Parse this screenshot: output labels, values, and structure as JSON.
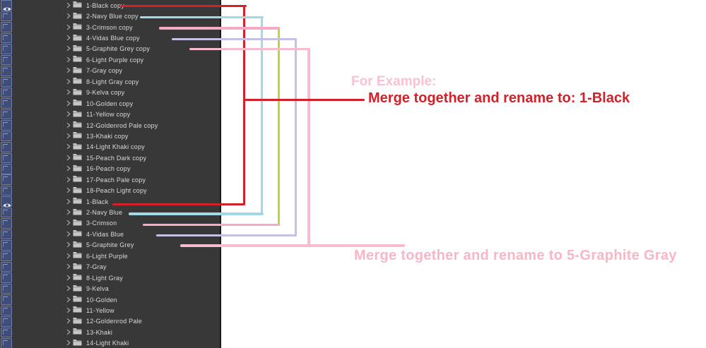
{
  "panel": {
    "rows": [
      {
        "name": "1-Black copy",
        "visible": true
      },
      {
        "name": "2-Navy Blue copy",
        "visible": false
      },
      {
        "name": "3-Crimson copy",
        "visible": false
      },
      {
        "name": "4-Vidas Blue copy",
        "visible": false
      },
      {
        "name": "5-Graphite Grey copy",
        "visible": false
      },
      {
        "name": "6-Light Purple copy",
        "visible": false
      },
      {
        "name": "7-Gray copy",
        "visible": false
      },
      {
        "name": "8-Light Gray copy",
        "visible": false
      },
      {
        "name": "9-Kelva copy",
        "visible": false
      },
      {
        "name": "10-Golden copy",
        "visible": false
      },
      {
        "name": "11-Yellow copy",
        "visible": false
      },
      {
        "name": "12-Goldenrod Pale copy",
        "visible": false
      },
      {
        "name": "13-Khaki copy",
        "visible": false
      },
      {
        "name": "14-Light Khaki copy",
        "visible": false
      },
      {
        "name": "15-Peach Dark copy",
        "visible": false
      },
      {
        "name": "16-Peach copy",
        "visible": false
      },
      {
        "name": "17-Peach Pale copy",
        "visible": false
      },
      {
        "name": "18-Peach Light copy",
        "visible": false
      },
      {
        "name": "1-Black",
        "visible": true
      },
      {
        "name": "2-Navy Blue",
        "visible": false
      },
      {
        "name": "3-Crimson",
        "visible": false
      },
      {
        "name": "4-Vidas Blue",
        "visible": false
      },
      {
        "name": "5-Graphite Grey",
        "visible": false
      },
      {
        "name": "6-Light Purple",
        "visible": false
      },
      {
        "name": "7-Gray",
        "visible": false
      },
      {
        "name": "8-Light Gray",
        "visible": false
      },
      {
        "name": "9-Kelva",
        "visible": false
      },
      {
        "name": "10-Golden",
        "visible": false
      },
      {
        "name": "11-Yellow",
        "visible": false
      },
      {
        "name": "12-Goldenrod Pale",
        "visible": false
      },
      {
        "name": "13-Khaki",
        "visible": false
      },
      {
        "name": "14-Light Khaki",
        "visible": false
      }
    ]
  },
  "icons": {
    "visibility": "eye-icon",
    "expand": "chevron-right-icon",
    "group": "folder-icon"
  },
  "connectors": {
    "black": {
      "from": "1-Black copy",
      "to": "1-Black",
      "color": "#d22129"
    },
    "navy": {
      "from": "2-Navy Blue copy",
      "to": "2-Navy Blue",
      "color": "#a3d9e7"
    },
    "crimson": {
      "from": "3-Crimson copy",
      "to": "3-Crimson",
      "color": "#f6aac7",
      "vertical_color": "#c0d636"
    },
    "vidas": {
      "from": "4-Vidas Blue copy",
      "to": "4-Vidas Blue",
      "color": "#c6c1e3"
    },
    "graphite": {
      "from": "5-Graphite Grey copy",
      "to": "5-Graphite Grey",
      "color": "#f8bccd"
    }
  },
  "annotations": {
    "example_heading": {
      "text": "For Example:",
      "color": "#f9c2d0"
    },
    "merge_black": {
      "text": "Merge together and rename to: 1-Black",
      "color": "#d22129"
    },
    "merge_graphite": {
      "text": "Merge together and rename to 5-Graphite Gray",
      "color": "#f8b6c6"
    }
  },
  "colors": {
    "panel_background": "#383838",
    "panel_text": "#d9d9d9",
    "selected_cell_fill": "#404c79",
    "selected_cell_border": "#6f7ea9",
    "canvas_background": "#ffffff"
  }
}
